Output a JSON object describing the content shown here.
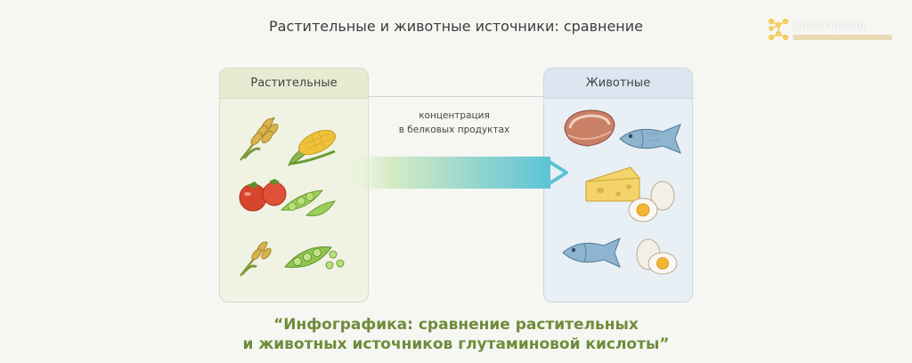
{
  "header": {
    "title": "Растительные и животные источники: сравнение"
  },
  "logo": {
    "name": "ElixirPeptide",
    "tagline": ""
  },
  "plant_panel": {
    "title": "Растительные",
    "items": [
      "wheat-icon",
      "corn-icon",
      "tomato-icon",
      "peas-icon",
      "wheat-icon",
      "pea-pod-icon"
    ]
  },
  "animal_panel": {
    "title": "Животные",
    "items": [
      "meat-icon",
      "fish-icon",
      "cheese-icon",
      "egg-icon",
      "fish-icon",
      "egg-icon"
    ]
  },
  "arrow": {
    "label_line1": "концентрация",
    "label_line2": "в белковых продуктах"
  },
  "caption": {
    "line1": "“Инфографика: сравнение растительных",
    "line2": "и животных источников глутаминовой кислоты”"
  },
  "colors": {
    "plant_panel": "#f0f3e4",
    "animal_panel": "#e8eff5",
    "caption": "#6f8c3a",
    "arrow_start": "#d6ebc4",
    "arrow_end": "#5cc3d6"
  }
}
